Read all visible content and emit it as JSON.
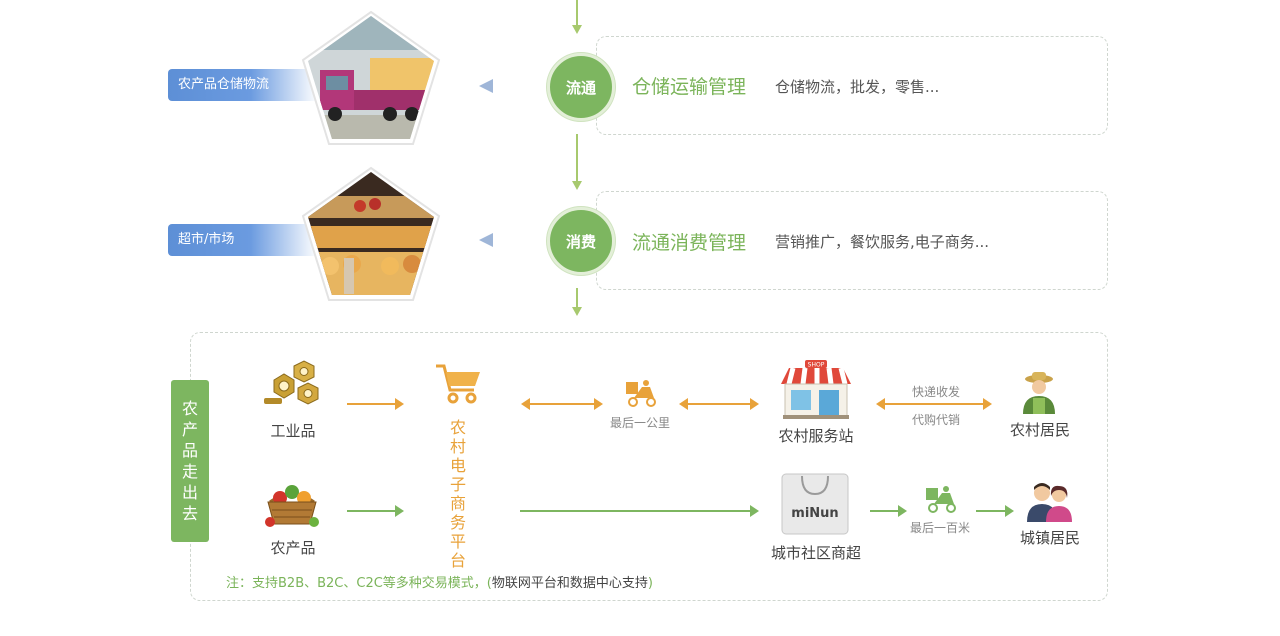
{
  "stages": [
    {
      "circle": "流通",
      "title": "仓储运输管理",
      "desc": "仓储物流，批发，零售...",
      "tag": "农产品仓储物流"
    },
    {
      "circle": "消费",
      "title": "流通消费管理",
      "desc": "营销推广，餐饮服务,电子商务...",
      "tag": "超市/市场"
    }
  ],
  "bottom": {
    "side_label": [
      "农",
      "产",
      "品",
      "走",
      "出",
      "去"
    ],
    "industrial": "工业品",
    "agri": "农产品",
    "platform": [
      "农",
      "村",
      "电",
      "子",
      "商",
      "务",
      "平",
      "台"
    ],
    "last_km": "最后一公里",
    "rural_station": "农村服务站",
    "express_top": "快递收发",
    "express_bottom": "代购代销",
    "rural_resident": "农村居民",
    "community": "城市社区商超",
    "last_100m": "最后一百米",
    "town_resident": "城镇居民",
    "shop_sign": "SHOP",
    "bag_brand": "miNun",
    "note_green": "注：支持B2B、B2C、C2C等多种交易模式，(",
    "note_dark": "物联网平台和数据中心支持",
    "note_end": ")"
  },
  "colors": {
    "green": "#7db660",
    "orange": "#e8a23a",
    "blue": "#5d8fd6"
  }
}
